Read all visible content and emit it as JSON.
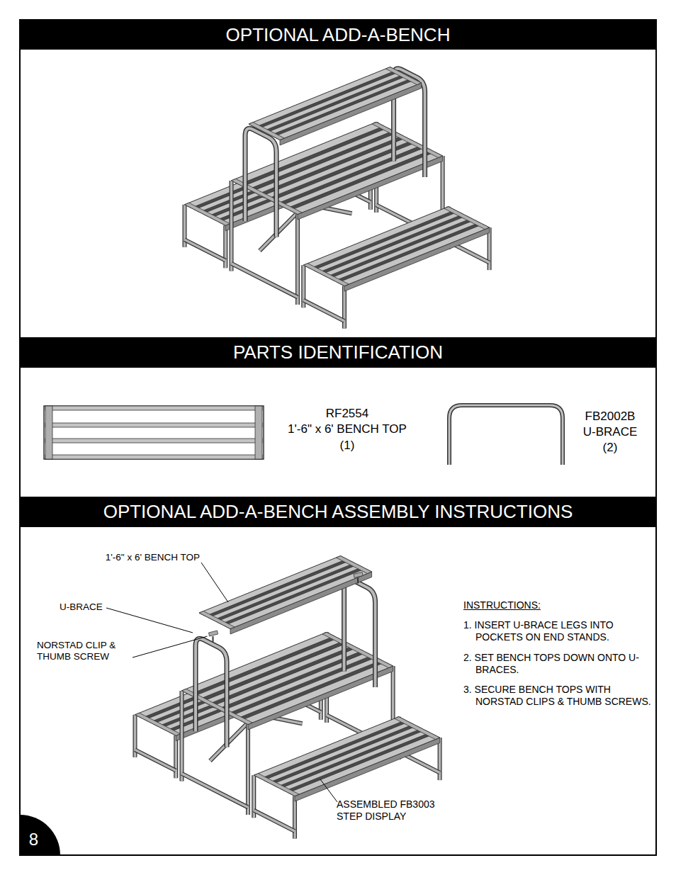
{
  "diagram": {
    "nodes": [
      {
        "text": [
          "OPTIONAL ADD-A-BENCH"
        ]
      },
      {
        "text": [
          "PARTS IDENTIFICATION"
        ]
      },
      {
        "text": [
          "OPTIONAL ADD-A-BENCH ASSEMBLY INSTRUCTIONS"
        ]
      },
      {
        "text": [
          "8"
        ]
      }
    ],
    "labels": [
      "RF2554",
      "1'-6\" x 6' BENCH TOP",
      "(1)",
      "FB2002B",
      "U-BRACE",
      "(2)",
      "1'-6\" x 6' BENCH TOP",
      "U-BRACE",
      "NORSTAD CLIP & THUMB SCREW",
      "INSTRUCTIONS:",
      "1. INSERT U-BRACE LEGS INTO POCKETS ON END STANDS.",
      "2. SET BENCH TOPS DOWN ONTO U-BRACES.",
      "3. SECURE BENCH TOPS WITH NORSTAD CLIPS & THUMB SCREWS.",
      "ASSEMBLED FB3003 STEP DISPLAY"
    ]
  }
}
